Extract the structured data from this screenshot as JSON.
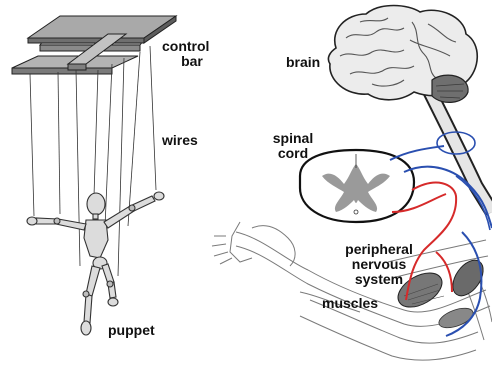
{
  "labels": {
    "control_bar_line1": "control",
    "control_bar_line2": "bar",
    "wires": "wires",
    "puppet": "puppet",
    "brain": "brain",
    "spinal_cord_line1": "spinal",
    "spinal_cord_line2": "cord",
    "peripheral_line1": "peripheral",
    "peripheral_line2": "nervous",
    "peripheral_line3": "system",
    "muscles": "muscles"
  },
  "colors": {
    "text": "#111111",
    "control_bar": "#a9a9a9",
    "nerve_red": "#d62a2a",
    "nerve_blue": "#2a4fb0",
    "grey_matter": "#9a9a9a",
    "muscle": "#555555"
  }
}
